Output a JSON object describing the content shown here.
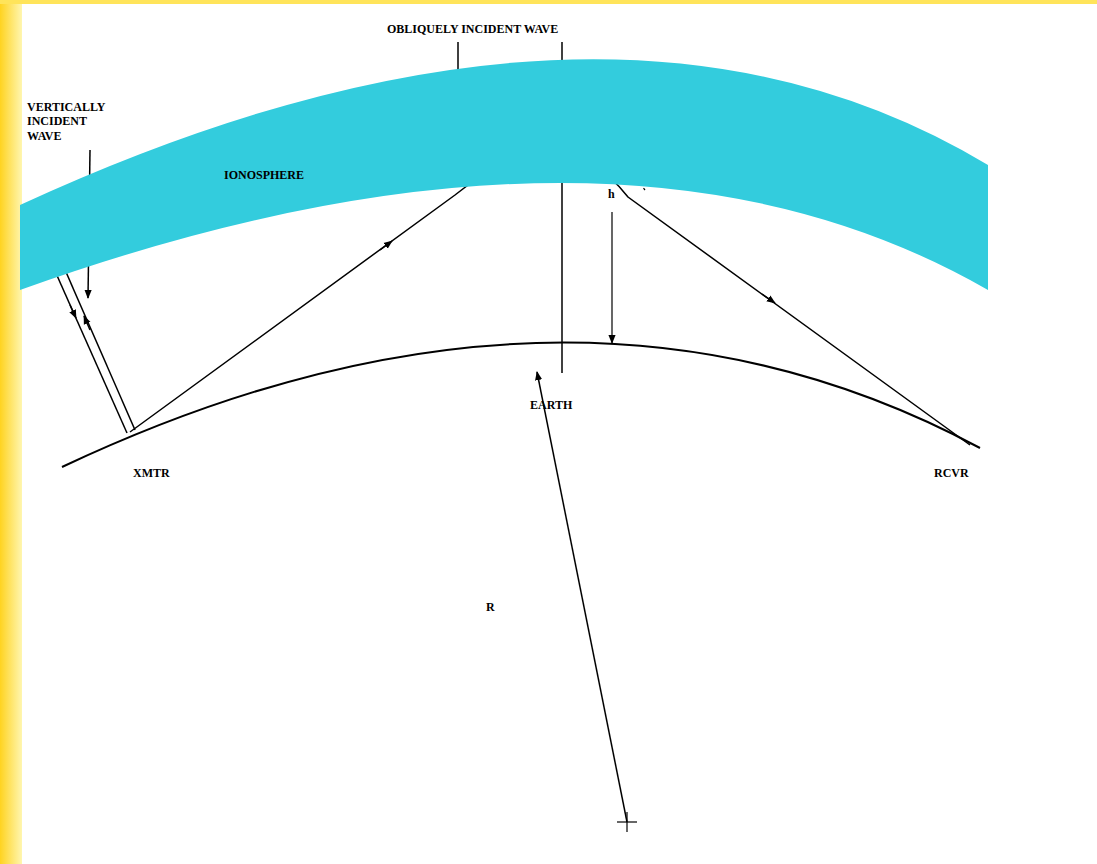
{
  "diagram": {
    "nodes": [
      {
        "text": [
          "IONOSPHERE"
        ]
      }
    ],
    "labels": [
      "OBLIQUELY INCIDENT WAVE",
      "VERTICALLY INCIDENT WAVE",
      "EARTH",
      "XMTR",
      "RCVR",
      "R",
      "h"
    ]
  }
}
